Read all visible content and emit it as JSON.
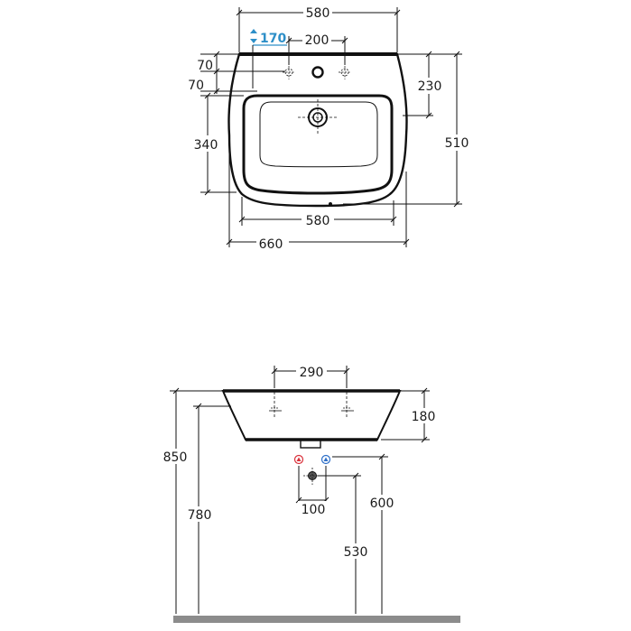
{
  "top_view": {
    "dims": {
      "top_width": "580",
      "tap_span": "200",
      "hole_offset": "170",
      "hole_row_1": "70",
      "hole_row_2": "70",
      "side_230": "230",
      "depth_510": "510",
      "bowl_340": "340",
      "bottom_580": "580",
      "overall_660": "660"
    }
  },
  "side_view": {
    "dims": {
      "tap_span": "290",
      "bowl_height": "180",
      "rim_height": "850",
      "bottom_height": "780",
      "supply_height": "600",
      "waste_height": "530",
      "supply_spacing": "100"
    },
    "symbols": {
      "hot_color": "#d9303a",
      "cold_color": "#2d6fc8",
      "hot_glyph": "▲",
      "cold_glyph": "▲"
    },
    "floor_color": "#8c8c8c"
  },
  "colors": {
    "line": "#111111",
    "accent": "#2d8fc8"
  }
}
